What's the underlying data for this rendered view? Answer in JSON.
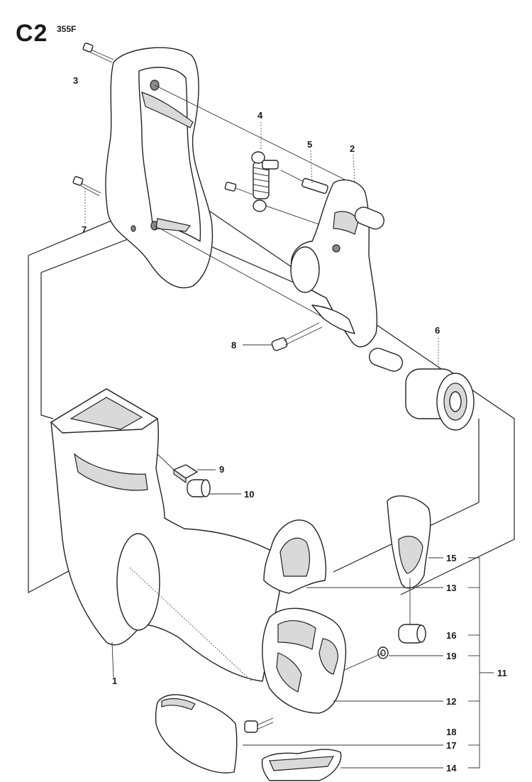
{
  "header": {
    "code": "C2",
    "model": "355F"
  },
  "callouts": [
    "1",
    "2",
    "3",
    "4",
    "5",
    "6",
    "7",
    "8",
    "9",
    "10",
    "11",
    "12",
    "13",
    "14",
    "15",
    "16",
    "17",
    "18",
    "19"
  ]
}
